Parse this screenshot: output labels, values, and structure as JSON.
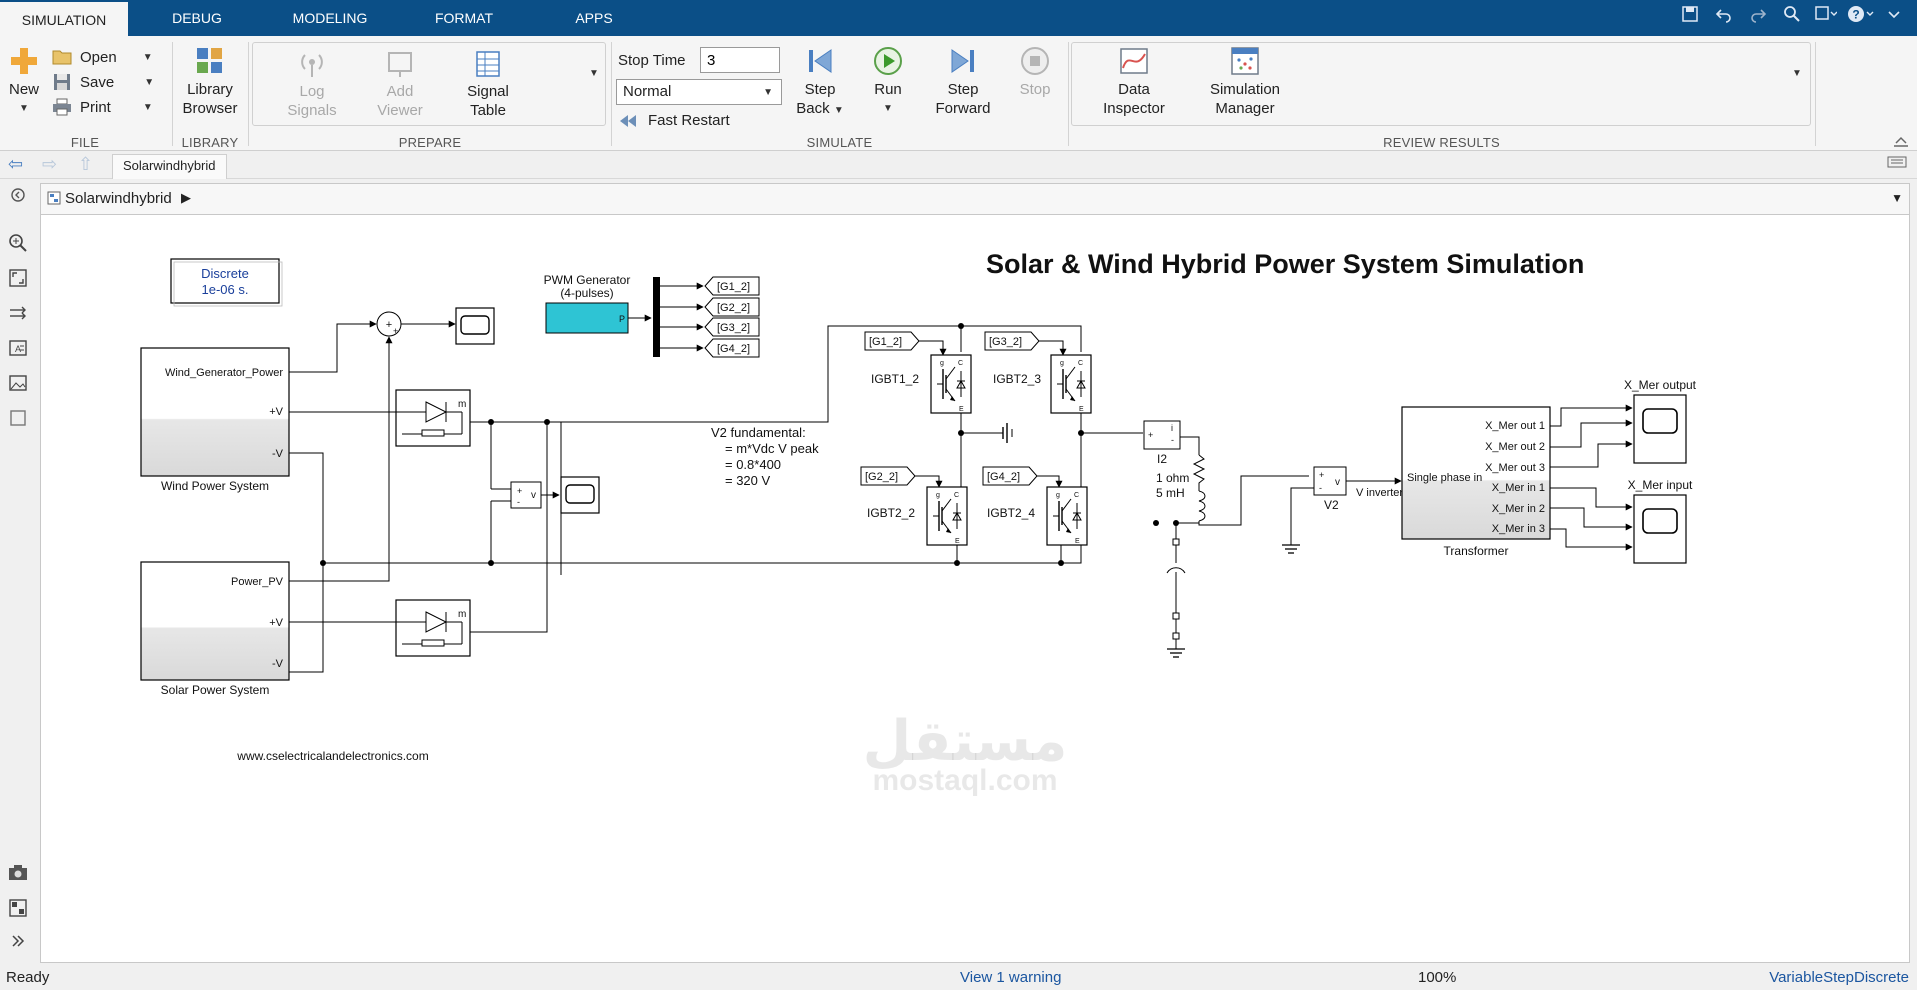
{
  "tabs": [
    {
      "label": "SIMULATION",
      "active": true
    },
    {
      "label": "DEBUG"
    },
    {
      "label": "MODELING"
    },
    {
      "label": "FORMAT"
    },
    {
      "label": "APPS"
    }
  ],
  "quick_access": [
    "save-icon",
    "undo-icon",
    "redo-icon",
    "search-icon",
    "compare-icon",
    "help-icon",
    "collapse-icon"
  ],
  "ribbon": {
    "file": {
      "label": "FILE",
      "new": "New",
      "open": "Open",
      "save": "Save",
      "print": "Print"
    },
    "library": {
      "label": "LIBRARY",
      "browser": "Library Browser"
    },
    "prepare": {
      "label": "PREPARE",
      "log_signals": "Log Signals",
      "add_viewer": "Add Viewer",
      "signal_table": "Signal Table"
    },
    "simulate": {
      "label": "SIMULATE",
      "stop_time_label": "Stop Time",
      "stop_time_value": "3",
      "mode": "Normal",
      "fast_restart": "Fast Restart",
      "step_back": "Step Back",
      "run": "Run",
      "step_forward": "Step Forward",
      "stop": "Stop"
    },
    "review": {
      "label": "REVIEW RESULTS",
      "data_inspector": "Data Inspector",
      "simulation_manager": "Simulation Manager"
    }
  },
  "nav": {
    "doc_tab": "Solarwindhybrid",
    "breadcrumb": "Solarwindhybrid"
  },
  "model": {
    "title": "Solar & Wind Hybrid Power System Simulation",
    "powergui": {
      "line1": "Discrete",
      "line2": "1e-06 s."
    },
    "pwm": {
      "name": "PWM Generator",
      "sub": "(4-pulses)",
      "port": "P"
    },
    "gotos": [
      "[G1_2]",
      "[G2_2]",
      "[G3_2]",
      "[G4_2]"
    ],
    "froms": [
      "[G1_2]",
      "[G3_2]",
      "[G2_2]",
      "[G4_2]"
    ],
    "wind": {
      "name": "Wind Power System",
      "ports": [
        "Wind_Generator_Power",
        "+V",
        "-V"
      ]
    },
    "solar": {
      "name": "Solar Power System",
      "ports": [
        "Power_PV",
        "+V",
        "-V"
      ]
    },
    "igbts": [
      "IGBT1_2",
      "IGBT2_3",
      "IGBT2_2",
      "IGBT2_4"
    ],
    "note": [
      "V2 fundamental:",
      "= m*Vdc V peak",
      "= 0.8*400",
      "= 320 V"
    ],
    "i2_label": "I2",
    "v2_label": "V2",
    "rl": [
      "1 ohm",
      "5 mH"
    ],
    "inverter_label": "V inverter",
    "transformer": {
      "name": "Transformer",
      "in_port": "Single phase in",
      "out_ports": [
        "X_Mer out 1",
        "X_Mer out 2",
        "X_Mer out 3",
        "X_Mer in 1",
        "X_Mer in 2",
        "X_Mer in 3"
      ]
    },
    "scopes": [
      "X_Mer output",
      "X_Mer input"
    ],
    "diode_port": "m",
    "watermark_url": "www.cselectricalandelectronics.com",
    "watermark_ar": "مستقل",
    "watermark_en": "mostaql.com"
  },
  "status": {
    "state": "Ready",
    "warning": "View 1 warning",
    "zoom": "100%",
    "solver": "VariableStepDiscrete"
  }
}
